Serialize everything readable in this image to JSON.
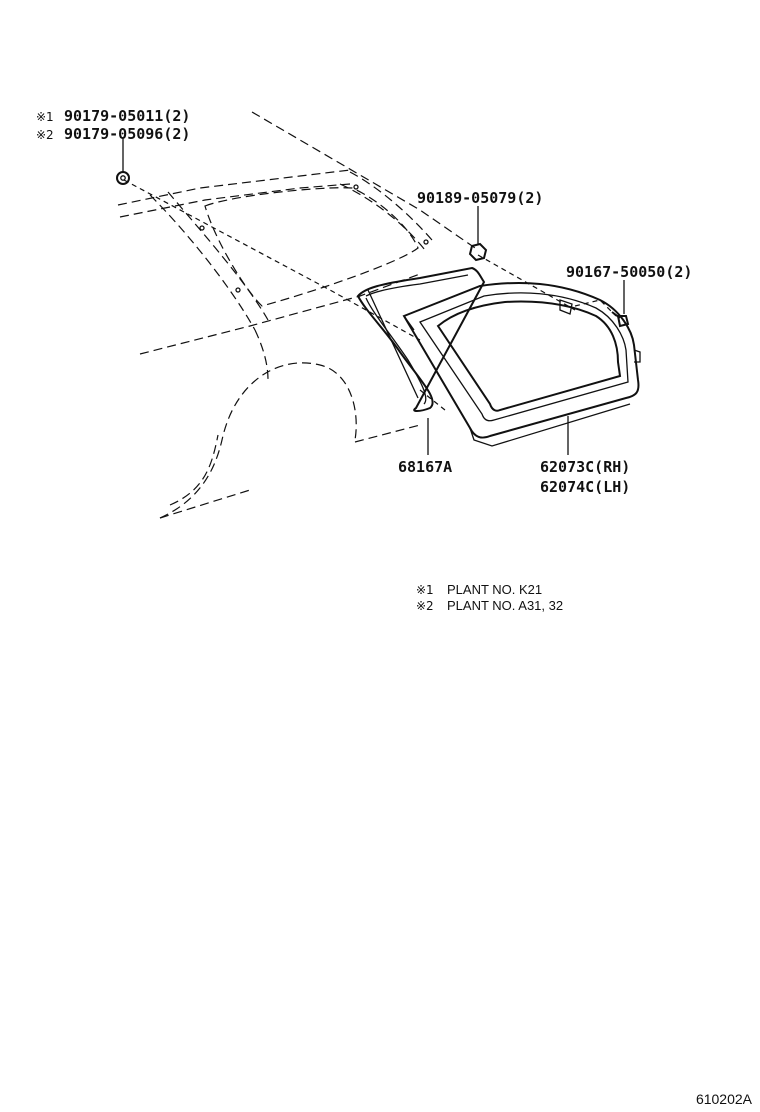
{
  "callouts": {
    "clip_k21": {
      "mark": "※1",
      "part": "90179-05011(2)"
    },
    "clip_a31": {
      "mark": "※2",
      "part": "90179-05096(2)"
    },
    "nut": {
      "part": "90189-05079(2)"
    },
    "screw": {
      "part": "90167-50050(2)"
    },
    "weatherstrip": {
      "part": "68167A"
    },
    "glass_rh": {
      "part": "62073C(RH)"
    },
    "glass_lh": {
      "part": "62074C(LH)"
    }
  },
  "notes": [
    {
      "mark": "※1",
      "text": "PLANT NO. K21"
    },
    {
      "mark": "※2",
      "text": "PLANT NO. A31,  32"
    }
  ],
  "figure_code": "610202A"
}
